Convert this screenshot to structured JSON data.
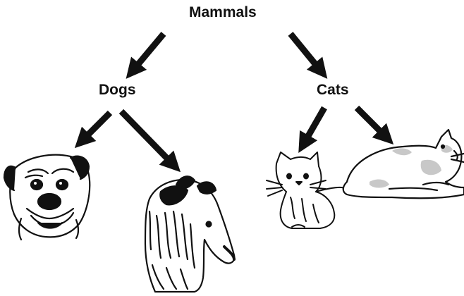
{
  "root": {
    "label": "Mammals"
  },
  "groups": [
    {
      "label": "Dogs",
      "members": [
        "pug",
        "collie"
      ]
    },
    {
      "label": "Cats",
      "members": [
        "sitting-cat",
        "lying-cat"
      ]
    }
  ],
  "colors": {
    "ink": "#111111",
    "patch": "#c8c8c8",
    "background": "#ffffff"
  }
}
